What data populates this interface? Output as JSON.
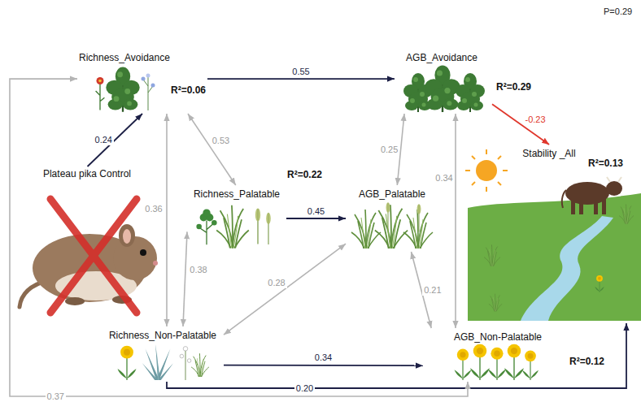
{
  "diagram": {
    "nodes": [
      {
        "text": [
          "Plateau pika Control"
        ]
      },
      {
        "text": [
          "Richness_Avoidance",
          "R²=0.06"
        ]
      },
      {
        "text": [
          "Richness_Palatable"
        ]
      },
      {
        "text": [
          "Richness_Non-Palatable"
        ]
      },
      {
        "text": [
          "AGB_Avoidance",
          "R²=0.29"
        ]
      },
      {
        "text": [
          "AGB_Palatable",
          "R²=0.22"
        ]
      },
      {
        "text": [
          "AGB_Non-Palatable",
          "R²=0.12"
        ]
      },
      {
        "text": [
          "Stability _All",
          "R²=0.13"
        ]
      }
    ],
    "edges": [
      {
        "from": 0,
        "to": 1,
        "arrow": "to",
        "label": "0.24"
      },
      {
        "from": 1,
        "to": 4,
        "arrow": "to",
        "label": "0.55"
      },
      {
        "from": 4,
        "to": 7,
        "arrow": "to",
        "label": "-0.23"
      },
      {
        "from": 1,
        "to": 2,
        "arrow": "both",
        "label": "0.53"
      },
      {
        "from": 1,
        "to": 3,
        "arrow": "both",
        "label": "0.36"
      },
      {
        "from": 2,
        "to": 3,
        "arrow": "both",
        "label": "0.38"
      },
      {
        "from": 2,
        "to": 5,
        "arrow": "to",
        "label": "0.45"
      },
      {
        "from": 3,
        "to": 5,
        "arrow": "both",
        "label": "0.28"
      },
      {
        "from": 4,
        "to": 5,
        "arrow": "both",
        "label": "0.25"
      },
      {
        "from": 4,
        "to": 6,
        "arrow": "both",
        "label": "0.34"
      },
      {
        "from": 5,
        "to": 6,
        "arrow": "both",
        "label": "0.21"
      },
      {
        "from": 3,
        "to": 6,
        "arrow": "to",
        "label": "0.34"
      },
      {
        "from": 3,
        "to": 7,
        "arrow": "to",
        "label": "0.20"
      },
      {
        "from": 1,
        "to": 6,
        "arrow": "both",
        "label": "0.37"
      }
    ],
    "labels": [
      "P=0.29"
    ]
  }
}
